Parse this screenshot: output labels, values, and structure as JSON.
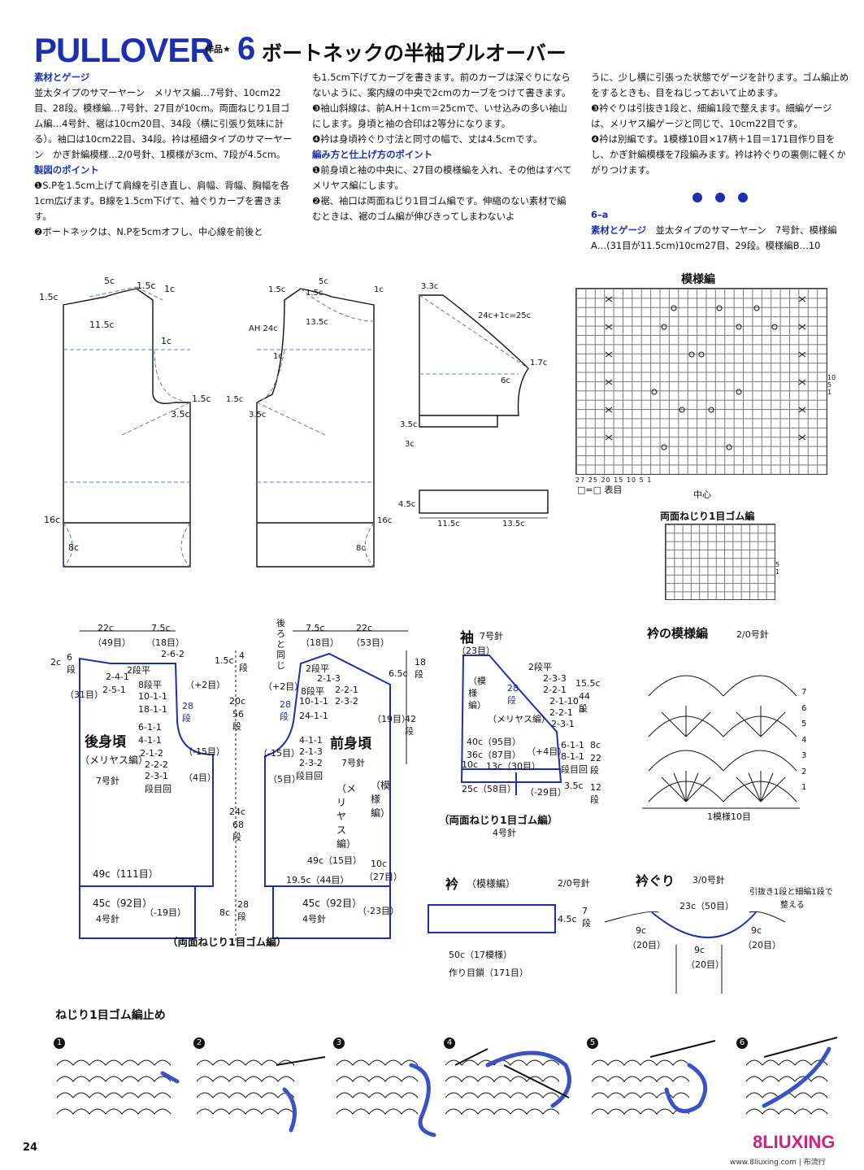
{
  "header": {
    "title": "PULLOVER",
    "tag": "作品★",
    "number": "6",
    "subtitle": "ボートネックの半袖プルオーバー"
  },
  "text_columns": {
    "col1": [
      {
        "style": "hd",
        "text": "素材とゲージ"
      },
      {
        "style": "body",
        "text": "並太タイプのサマーヤーン　メリヤス編…7号針、10cm22目、28段。模様編…7号針、27目が10cm。両面ねじり1目ゴム編…4号針、裾は10cm20目、34段（横に引張り気味に計る）。袖口は10cm22目、34段。衿は極細タイプのサマーヤーン　かぎ針編模様…2/0号針、1模様が3cm、7段が4.5cm。"
      },
      {
        "style": "hd",
        "text": "製図のポイント"
      },
      {
        "style": "body",
        "text": "❶S.Pを1.5cm上げて肩線を引き直し、肩幅、背幅、胸幅を各1cm広げます。B線を1.5cm下げて、袖ぐりカーブを書きます。"
      },
      {
        "style": "body",
        "text": "❷ボートネックは、N.Pを5cmオフし、中心線を前後と"
      }
    ],
    "col2": [
      {
        "style": "body",
        "text": "も1.5cm下げてカーブを書きます。前のカーブは深ぐりにならないように、案内線の中央で2cmのカーブをつけて書きます。"
      },
      {
        "style": "body",
        "text": "❸袖山斜線は、前A.H＋1cm＝25cmで、いせ込みの多い袖山にします。身頃と袖の合印は2等分になります。"
      },
      {
        "style": "body",
        "text": "❹衿は身頃衿ぐり寸法と同寸の幅で、丈は4.5cmです。"
      },
      {
        "style": "hd",
        "text": "編み方と仕上げ方のポイント"
      },
      {
        "style": "body",
        "text": "❶前身頃と袖の中央に、27目の模様編を入れ、その他はすべてメリヤス編にします。"
      },
      {
        "style": "body",
        "text": "❷裾、袖口は両面ねじり1目ゴム編です。伸縮のない素材で編むときは、裾のゴム編が伸びきってしまわないよ"
      }
    ],
    "col3": [
      {
        "style": "body",
        "text": "うに、少し横に引張った状態でゲージを計ります。ゴム編止めをするときも、目をねじっておいて止めます。"
      },
      {
        "style": "body",
        "text": "❸衿ぐりは引抜き1段と、細編1段で整えます。細編ゲージは、メリヤス編ゲージと同じで、10cm22目です。"
      },
      {
        "style": "body",
        "text": "❹衿は別編です。1模様10目×17柄＋1目＝171目作り目をし、かぎ針編模様を7段編みます。衿は衿ぐりの裏側に軽くかがりつけます。"
      }
    ],
    "col3_tail": [
      {
        "style": "hd",
        "text": "6–a"
      },
      {
        "style": "mixed",
        "hd": "素材とゲージ",
        "text": "並太タイプのサマーヤーン　7号針、模様編A…(31目が11.5cm)10cm27目、29段。模様編B…10"
      }
    ]
  },
  "drafting": {
    "back_labels": [
      "1.5c",
      "5c",
      "1.5c",
      "1c",
      "11.5c",
      "1c",
      "1.5c",
      "3.5c",
      "16c",
      "8c"
    ],
    "front_labels": [
      "1.5c",
      "5c",
      "1.5c",
      "1c",
      "AH 24c",
      "13.5c",
      "1c",
      "1.5c",
      "3.5c",
      "16c",
      "8c"
    ],
    "sleeve_labels": [
      "3.3c",
      "24c+1c=25c",
      "1.7c",
      "6c",
      "3.5c",
      "3c"
    ],
    "collar_labels": [
      "4.5c",
      "11.5c",
      "13.5c"
    ]
  },
  "moyou_chart": {
    "title": "模様編",
    "legend": "□=□ 表目",
    "center": "中心",
    "col_numbers": "27 25 20 15 10 5 1",
    "row_numbers": "10 5 1"
  },
  "rib_chart": {
    "title": "両面ねじり1目ゴム編",
    "row_numbers": "5 1"
  },
  "back_body": {
    "title": "後身頃",
    "subtitle": "（メリヤス編）",
    "needle": "7号針",
    "w1": "22c",
    "w1s": "（49目）",
    "w2": "7.5c",
    "w2s": "（18目）",
    "shoulder": "2c",
    "shoulder_r": "6段",
    "rows_left": "（31目）",
    "neck_seq": [
      "2-6-2",
      "2段平",
      "8段平",
      "10-1-1",
      "18-1-1"
    ],
    "neck_l": [
      "2-4-1",
      "2-5-1"
    ],
    "plus2": "（+2目）",
    "r28": "28段",
    "arm_seq": [
      "6-1-1",
      "4-1-1",
      "2-1-2",
      "2-2-2",
      "2-3-1",
      "段目回"
    ],
    "m15": "（-15目）",
    "m4": "（4目）",
    "bottom_w": "49c（111目）",
    "rib_w": "45c（92目）",
    "rib_minus": "（-19目）",
    "rib_needle": "4号針"
  },
  "center_col": {
    "h1": "1.5c",
    "h1s": "4段",
    "h2": "20c",
    "h2s": "56段",
    "h3": "24c",
    "h3s": "68段",
    "h4": "8c",
    "h4s": "28段"
  },
  "front_body": {
    "title": "前身頃",
    "note": "後ろと同じ",
    "needle": "7号針",
    "w1": "7.5c",
    "w1s": "（18目）",
    "w2": "22c",
    "w2s": "（53目）",
    "h_right": "6.5c",
    "h_right_s": "18段",
    "h_right2": "（19目）",
    "h_right3": "42段",
    "neck_seq": [
      "2段平",
      "2-1-3",
      "8段平",
      "2-2-1",
      "10-1-1",
      "2-3-2",
      "24-1-1"
    ],
    "plus2": "（+2目）",
    "r28": "28段",
    "arm_seq": [
      "4-1-1",
      "2-1-3",
      "2-3-2",
      "段目回"
    ],
    "m15": "（-15目）",
    "m5": "（5目）",
    "meriyasu": "（メリヤス編）",
    "moyou": "（模様編）",
    "bottom_w": "49c（15目）",
    "side": "19.5c（44目）",
    "side_r": "10c",
    "side_rs": "（27目）",
    "rib_w": "45c（92目）",
    "rib_minus": "（-23目）",
    "rib_needle": "4号針"
  },
  "rib_caption": "（両面ねじり1目ゴム編）",
  "sleeve": {
    "title": "袖",
    "needle": "7号針",
    "top": "（23目）",
    "seq": [
      "2段平",
      "2-3-3",
      "2-2-1",
      "2-1-10",
      "2-2-1",
      "3",
      "2-3-1"
    ],
    "moyou": "（模様編）",
    "meriyasu": "（メリヤス編）",
    "r28": "28段",
    "h1": "15.5c",
    "h1s": "44段",
    "h2": "8c",
    "h2s": "22段",
    "h3": "3.5c",
    "h3s": "12段",
    "w40": "40c（95目）",
    "w36": "36c（87目）",
    "w13": "13c（30目）",
    "w10": "10c",
    "plus4": "（+4目）",
    "inc": [
      "6-1-1",
      "8-1-1",
      "段目回"
    ],
    "cuff": "25c（58目）",
    "cuff_minus": "（-29目）",
    "rib_caption": "（両面ねじり1目ゴム編）",
    "rib_needle": "4号針"
  },
  "collar_pattern": {
    "title": "衿の模様編",
    "needle": "2/0号針",
    "repeat": "1模様10目",
    "rows": [
      "7",
      "6",
      "5",
      "4",
      "3",
      "2",
      "1"
    ]
  },
  "collar": {
    "title": "衿",
    "sub": "（模様編）",
    "needle": "2/0号針",
    "h": "4.5c",
    "hs": "7段",
    "w": "50c（17模様）",
    "cast": "作り目鎖（171目）"
  },
  "neckline": {
    "title": "衿ぐり",
    "needle": "3/0号針",
    "note1": "引抜き1段と細編1段で",
    "note2": "整える",
    "w": "23c（50目）",
    "l": "9c",
    "ls": "（20目）",
    "r": "9c",
    "rs": "（20目）",
    "c": "9c",
    "cs": "（20目）"
  },
  "bind_off": {
    "title": "ねじり1目ゴム編止め",
    "steps": [
      "1",
      "2",
      "3",
      "4",
      "5",
      "6"
    ]
  },
  "footer": {
    "page": "24",
    "site": "8LIUXING",
    "url": "www.8liuxing.com | 布流行"
  },
  "colors": {
    "accent": "#1b2fb0",
    "dashed": "#5b75c9",
    "ink": "#111111",
    "yarn": "#3b52c4"
  }
}
